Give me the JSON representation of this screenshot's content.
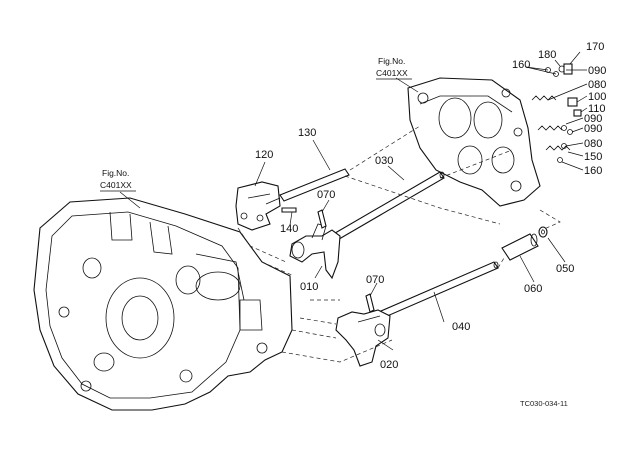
{
  "figure_refs": [
    {
      "line1": "Fig.No.",
      "line2": "C401XX"
    },
    {
      "line1": "Fig.No.",
      "line2": "C401XX"
    }
  ],
  "callouts": {
    "p010": "010",
    "p020": "020",
    "p030": "030",
    "p040": "040",
    "p050": "050",
    "p060": "060",
    "p070a": "070",
    "p070b": "070",
    "p080a": "080",
    "p080b": "080",
    "p090a": "090",
    "p090b": "090",
    "p090c": "090",
    "p100": "100",
    "p110": "110",
    "p120": "120",
    "p130": "130",
    "p140": "140",
    "p150": "150",
    "p160a": "160",
    "p160b": "160",
    "p170": "170",
    "p180": "180"
  },
  "drawing_code": "TC030-034-11"
}
